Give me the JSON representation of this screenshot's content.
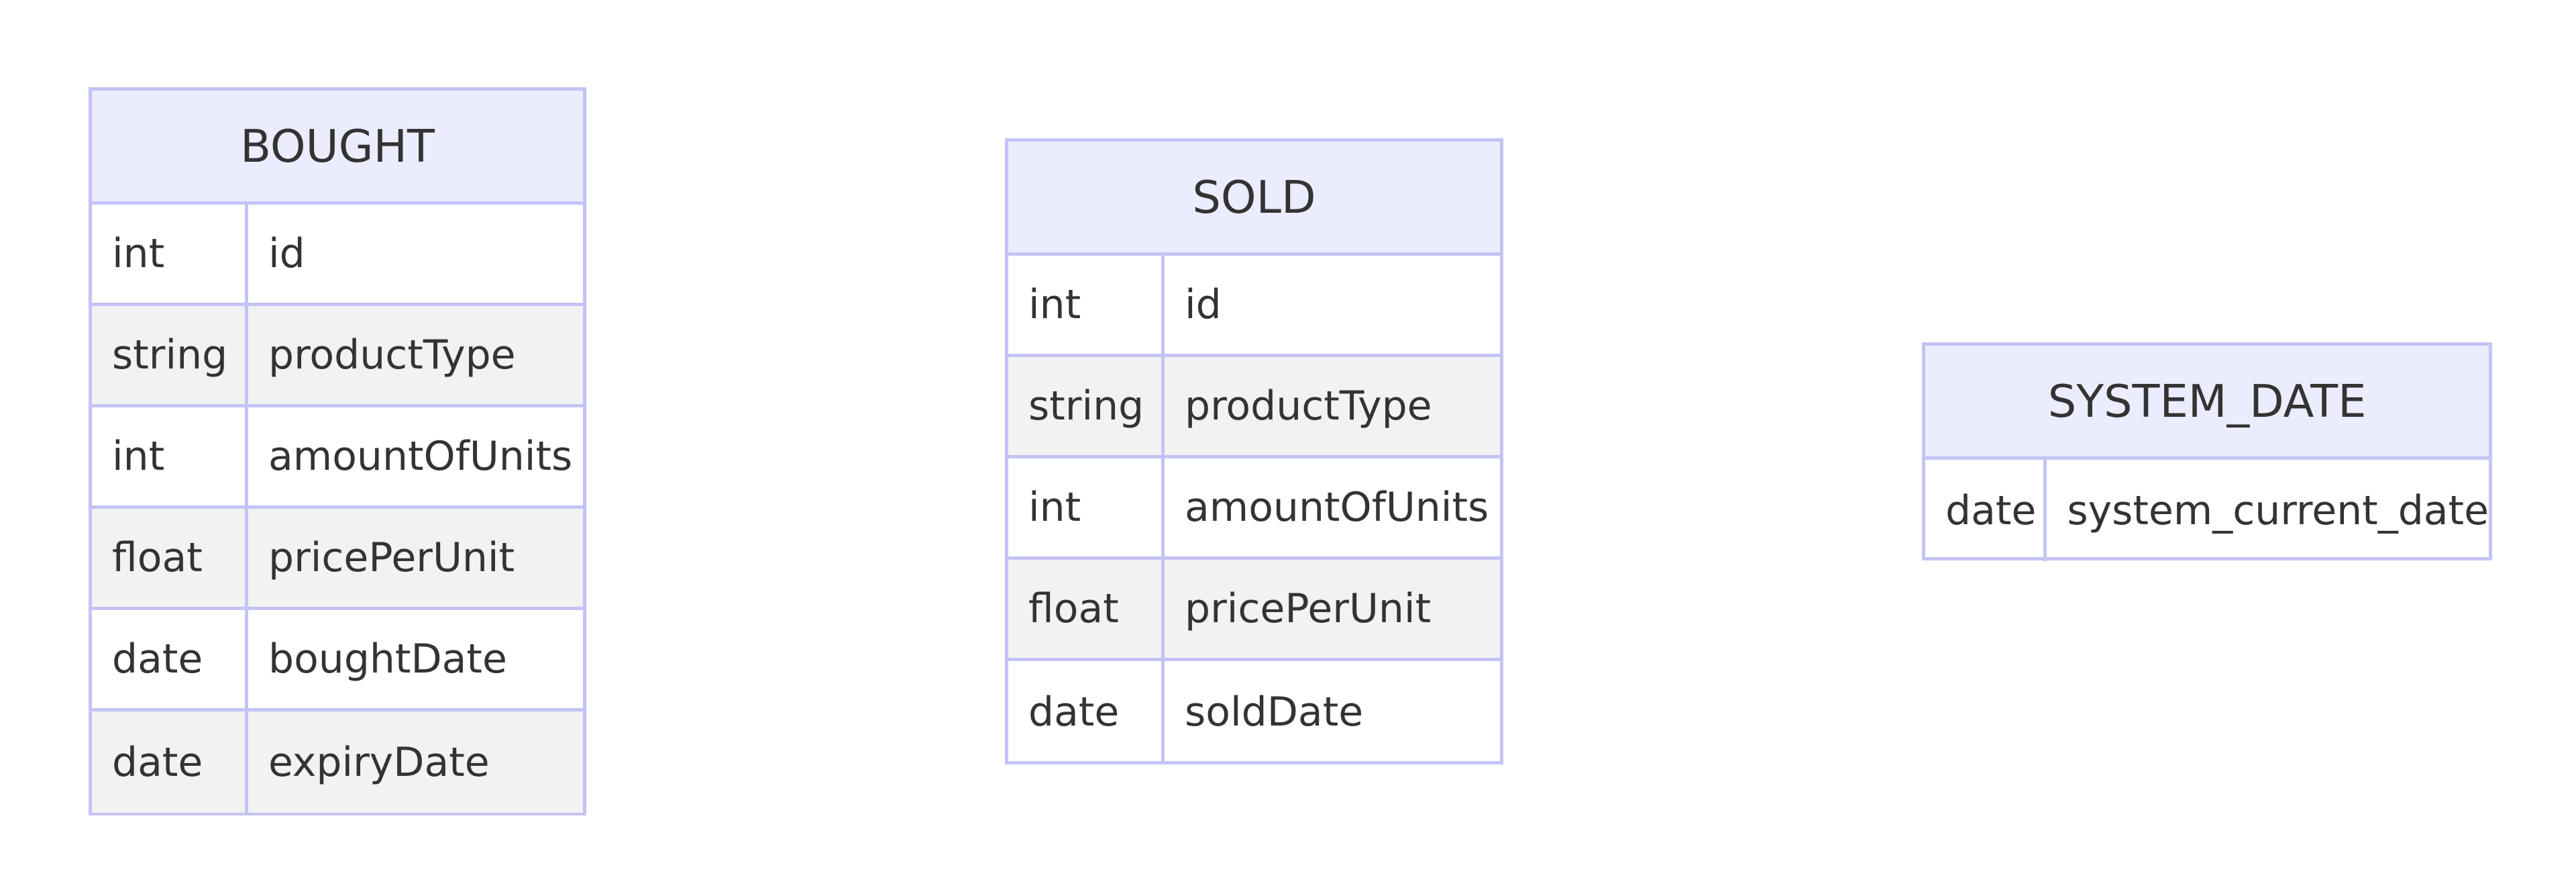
{
  "entities": [
    {
      "name": "BOUGHT",
      "attributes": [
        {
          "type": "int",
          "name": "id"
        },
        {
          "type": "string",
          "name": "productType"
        },
        {
          "type": "int",
          "name": "amountOfUnits"
        },
        {
          "type": "float",
          "name": "pricePerUnit"
        },
        {
          "type": "date",
          "name": "boughtDate"
        },
        {
          "type": "date",
          "name": "expiryDate"
        }
      ]
    },
    {
      "name": "SOLD",
      "attributes": [
        {
          "type": "int",
          "name": "id"
        },
        {
          "type": "string",
          "name": "productType"
        },
        {
          "type": "int",
          "name": "amountOfUnits"
        },
        {
          "type": "float",
          "name": "pricePerUnit"
        },
        {
          "type": "date",
          "name": "soldDate"
        }
      ]
    },
    {
      "name": "SYSTEM_DATE",
      "attributes": [
        {
          "type": "date",
          "name": "system_current_date"
        }
      ]
    }
  ],
  "colors": {
    "header_fill": "#ececff",
    "border": "#c3c3f5",
    "row_alt_fill": "#f2f2f2",
    "row_fill": "#ffffff",
    "text": "#333333"
  }
}
